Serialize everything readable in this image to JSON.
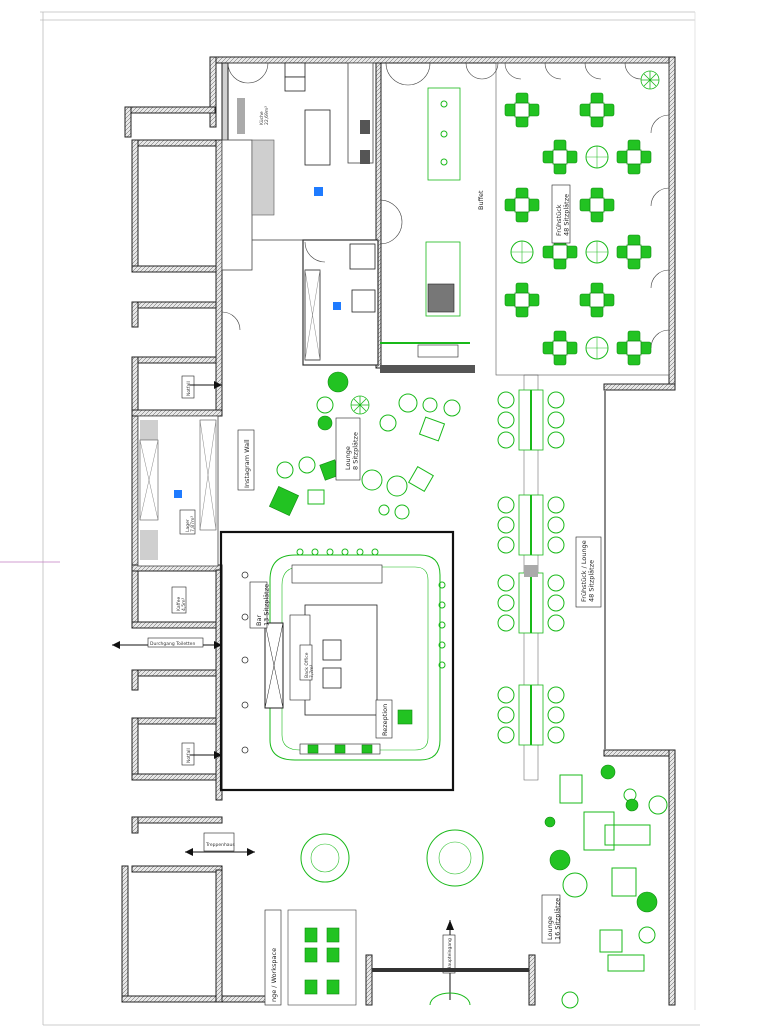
{
  "labels": {
    "buffet": "Buffet",
    "fruehstueck": "Frühstück\n48 Sitzplätze",
    "fruehstueck_lounge": "Frühstück / Lounge\n48 Sitzplätze",
    "lounge_top": "Lounge\n8 Sitzplätze",
    "instagram": "Instagram Wall",
    "bar": "Bar\n13 Sitzplätze",
    "back_office": "Back Office\n7,7m²",
    "rezeption": "Rezeption",
    "durchgang": "Durchgang Toiletten",
    "lounge_bottom": "Lounge\n16 Sitzplätze",
    "lounge_workspace": "nge / Workspace",
    "kueche": "Küche\n22,69m²",
    "lager": "Lager\n7,87m²",
    "kaffee": "Kaffee\n4,5m²",
    "notfall_top": "Notfall",
    "notfall_bottom": "Notfall",
    "treppenhaus": "Treppenhaus",
    "haupteingang": "Haupteingang"
  },
  "colors": {
    "furniture": "#19b919",
    "wall": "#d0d0d0",
    "marker": "#1f7bff"
  },
  "icons": [
    "door-arc-icon",
    "chair-cluster-icon",
    "round-table-icon",
    "plant-icon",
    "arrow-icon"
  ]
}
